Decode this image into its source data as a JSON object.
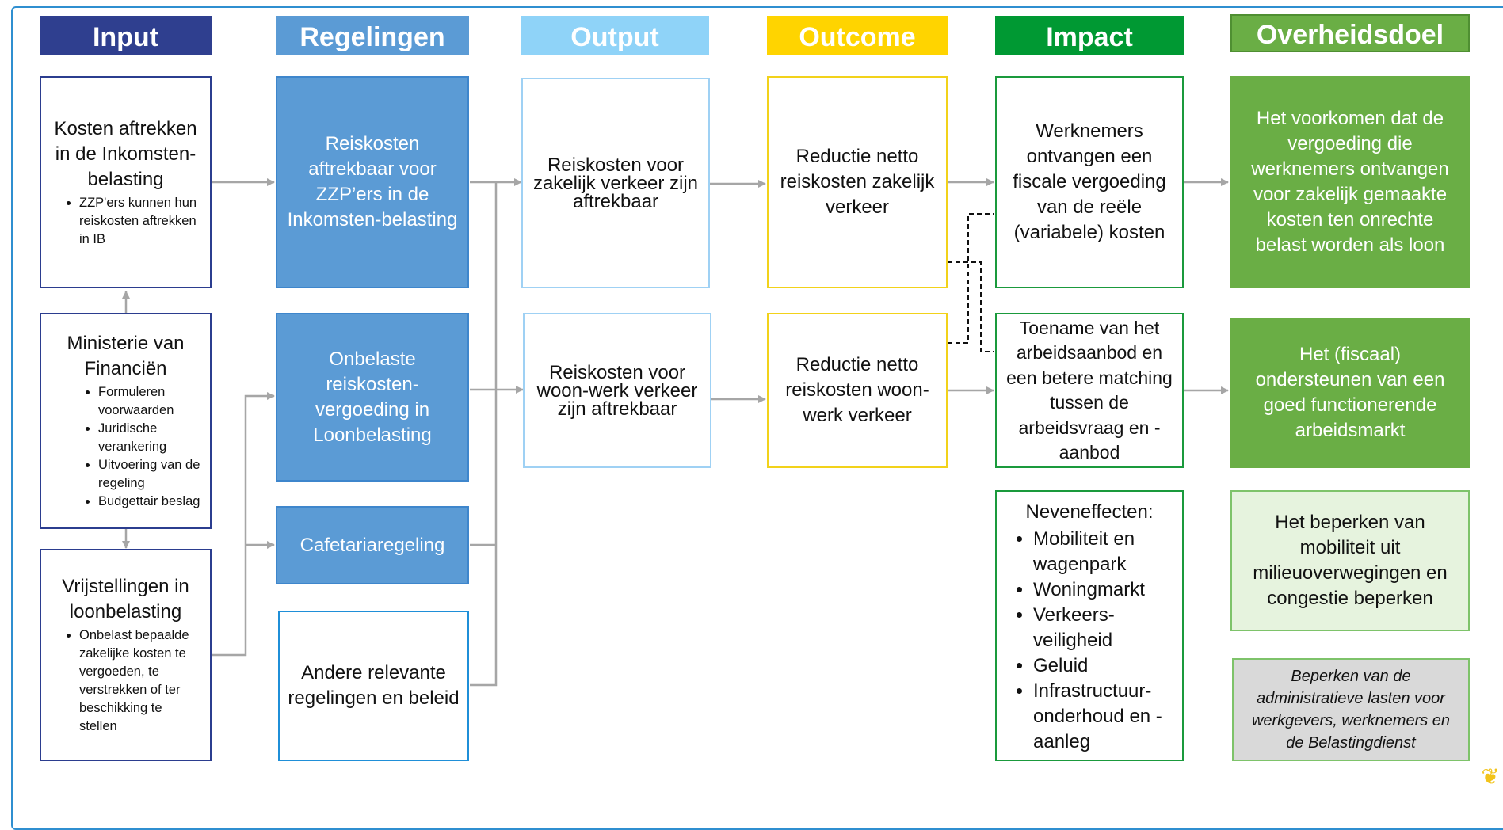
{
  "headers": {
    "input": "Input",
    "regelingen": "Regelingen",
    "output": "Output",
    "outcome": "Outcome",
    "impact": "Impact",
    "overheidsdoel": "Overheidsdoel"
  },
  "colors": {
    "input": "#2f3f8f",
    "regelingen": "#5b9bd5",
    "output": "#8fd3f8",
    "outcome": "#ffd400",
    "impact": "#009933",
    "overheidsdoel": "#6aae45",
    "frame": "#2f8fd0"
  },
  "input": {
    "kosten": {
      "title": "Kosten aftrekken in de Inkomsten-belasting",
      "bullets": [
        "ZZP'ers kunnen hun reiskosten aftrekken in IB"
      ]
    },
    "ministerie": {
      "title": "Ministerie van Financiën",
      "bullets": [
        "Formuleren voorwaarden",
        "Juridische verankering",
        "Uitvoering van de regeling",
        "Budgettair beslag"
      ]
    },
    "vrijstellingen": {
      "title": "Vrijstellingen in loonbelasting",
      "bullets": [
        "Onbelast bepaalde zakelijke kosten te vergoeden, te verstrekken of ter beschikking te stellen"
      ]
    }
  },
  "regelingen": {
    "reiskosten_zzp": "Reiskosten aftrekbaar voor ZZP’ers in de Inkomsten-belasting",
    "onbelaste": "Onbelaste reiskosten-vergoeding in Loonbelasting",
    "cafetaria": "Cafetariaregeling",
    "andere": "Andere relevante regelingen en beleid"
  },
  "output": {
    "zakelijk": "Reiskosten voor zakelijk verkeer zijn aftrekbaar",
    "woonwerk": "Reiskosten voor woon-werk verkeer zijn aftrekbaar"
  },
  "outcome": {
    "zakelijk": "Reductie netto reiskosten zakelijk verkeer",
    "woonwerk": "Reductie netto reiskosten woon-werk verkeer"
  },
  "impact": {
    "werknemers": "Werknemers ontvangen een fiscale vergoeding van de reële (variabele) kosten",
    "toename": "Toename van het arbeidsaanbod en een betere matching tussen de arbeidsvraag en -aanbod",
    "neveneffecten": {
      "title": "Neveneffecten:",
      "bullets": [
        "Mobiliteit en wagenpark",
        "Woningmarkt",
        "Verkeers-veiligheid",
        "Geluid",
        "Infrastructuur-onderhoud en -aanleg"
      ]
    }
  },
  "overheidsdoel": {
    "voorkomen": "Het voorkomen dat de vergoeding die werknemers ontvangen voor zakelijk gemaakte kosten ten onrechte belast worden als loon",
    "ondersteunen": "Het (fiscaal) ondersteunen van een goed functionerende arbeidsmarkt",
    "beperken": "Het beperken van mobiliteit uit milieuoverwegingen en congestie beperken",
    "administratief": "Beperken van de administratieve lasten voor werkgevers, werknemers en de Belastingdienst"
  },
  "logo_icon": "ministry-logo-icon"
}
